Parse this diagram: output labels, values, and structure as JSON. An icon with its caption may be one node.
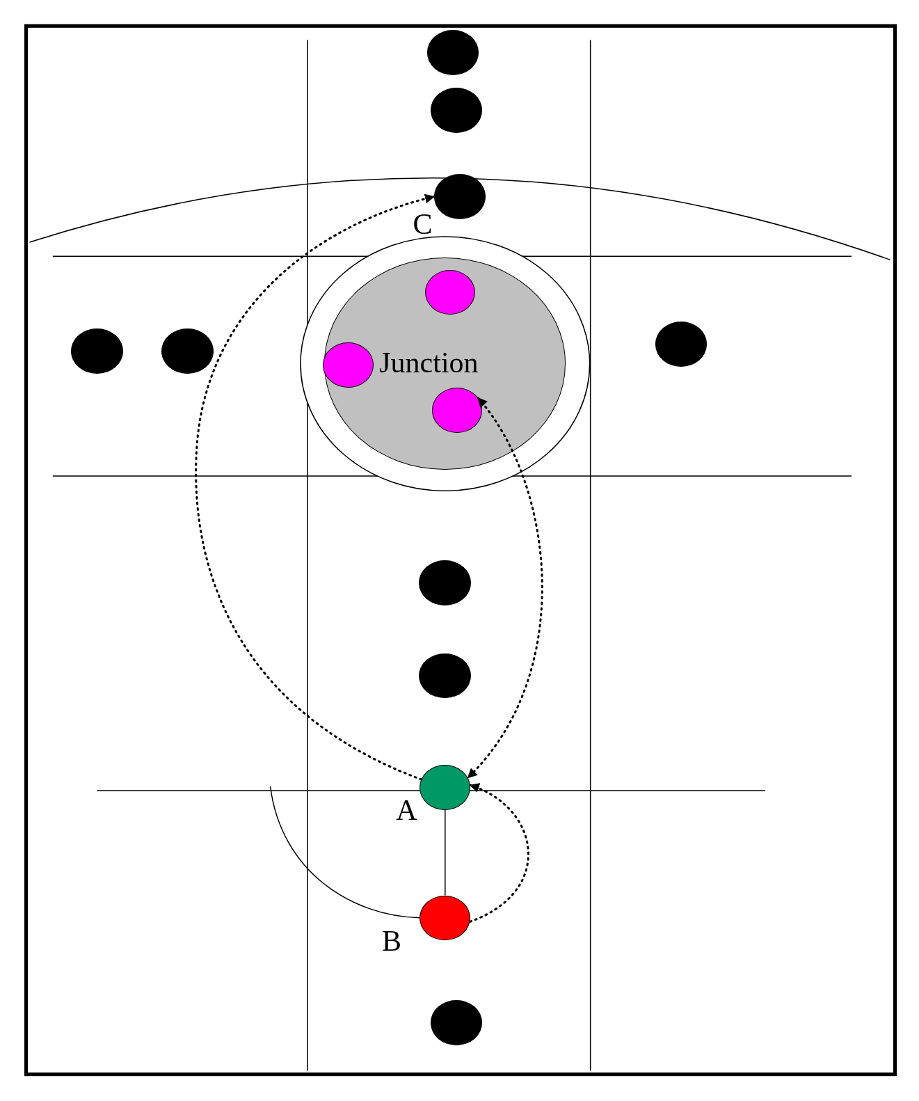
{
  "diagram": {
    "nodes": [
      {
        "text": [
          "Junction"
        ]
      },
      {
        "text": [],
        "shape": "circle",
        "in": 0
      },
      {
        "text": [],
        "shape": "circle",
        "in": 0
      },
      {
        "text": [],
        "shape": "circle",
        "in": 0
      },
      {
        "text": [],
        "shape": "circle"
      },
      {
        "text": [],
        "shape": "circle"
      },
      {
        "text": [],
        "shape": "circle",
        "beside": [
          "C"
        ]
      },
      {
        "text": [],
        "shape": "circle"
      },
      {
        "text": [],
        "shape": "circle"
      },
      {
        "text": [],
        "shape": "circle"
      },
      {
        "text": [],
        "shape": "circle"
      },
      {
        "text": [],
        "shape": "circle"
      },
      {
        "text": [],
        "shape": "circle",
        "beside": [
          "A"
        ]
      },
      {
        "text": [],
        "shape": "circle",
        "beside": [
          "B"
        ]
      },
      {
        "text": [],
        "shape": "circle"
      }
    ],
    "edges": [
      {
        "from": 12,
        "to": 6,
        "arrow": "to",
        "style": "dashed"
      },
      {
        "from": 3,
        "to": 12,
        "arrow": "both",
        "style": "dashed"
      },
      {
        "from": 13,
        "to": 12,
        "arrow": "to",
        "style": "dashed"
      },
      {
        "from": 12,
        "to": 13,
        "arrow": "none"
      },
      {
        "from": null,
        "to": 13,
        "arrow": "none"
      }
    ]
  }
}
